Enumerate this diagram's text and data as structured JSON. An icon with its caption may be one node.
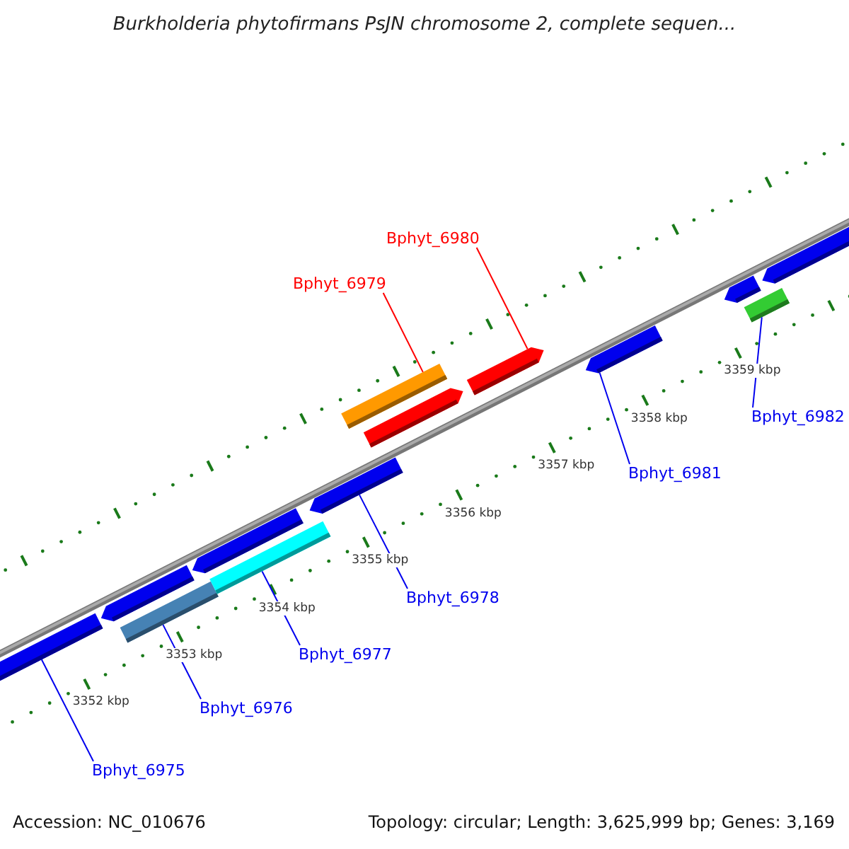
{
  "diagram": {
    "title": "Burkholderia phytofirmans PsJN chromosome 2, complete sequen...",
    "nodes": [
      {
        "text": [],
        "shape": "bar"
      },
      {
        "text": [],
        "shape": "bar"
      },
      {
        "text": [],
        "shape": "bar"
      },
      {
        "text": [],
        "shape": "bar"
      },
      {
        "text": [],
        "shape": "bar"
      },
      {
        "text": [],
        "shape": "bar"
      },
      {
        "text": [],
        "shape": "bar"
      },
      {
        "text": [],
        "shape": "bar"
      },
      {
        "text": [],
        "shape": "bar"
      },
      {
        "text": [],
        "shape": "bar"
      },
      {
        "text": [],
        "shape": "bar"
      },
      {
        "text": [],
        "shape": "bar"
      },
      {
        "text": [],
        "shape": "bar"
      },
      {
        "text": [
          "Bphyt_6975"
        ]
      },
      {
        "text": [
          "Bphyt_6976"
        ]
      },
      {
        "text": [
          "Bphyt_6977"
        ]
      },
      {
        "text": [
          "Bphyt_6978"
        ]
      },
      {
        "text": [
          "Bphyt_6979"
        ]
      },
      {
        "text": [
          "Bphyt_6980"
        ]
      },
      {
        "text": [
          "Bphyt_6981"
        ]
      },
      {
        "text": [
          "Bphyt_6982"
        ]
      }
    ],
    "edges": [
      {
        "from": 13,
        "to": 0,
        "arrow": "none"
      },
      {
        "from": 14,
        "to": 2,
        "arrow": "none"
      },
      {
        "from": 15,
        "to": 4,
        "arrow": "none"
      },
      {
        "from": 16,
        "to": 5,
        "arrow": "none"
      },
      {
        "from": 17,
        "to": 6,
        "arrow": "none",
        "color": "#ff0000"
      },
      {
        "from": 18,
        "to": 8,
        "arrow": "none",
        "color": "#ff0000"
      },
      {
        "from": 19,
        "to": 9,
        "arrow": "none"
      },
      {
        "from": 20,
        "to": 11,
        "arrow": "none"
      }
    ],
    "labels": [
      "3352 kbp",
      "3353 kbp",
      "3354 kbp",
      "3355 kbp",
      "3356 kbp",
      "3357 kbp",
      "3358 kbp",
      "3359 kbp",
      "Accession: NC_010676",
      "Topology: circular; Length: 3,625,999 bp; Genes: 3,169"
    ]
  }
}
